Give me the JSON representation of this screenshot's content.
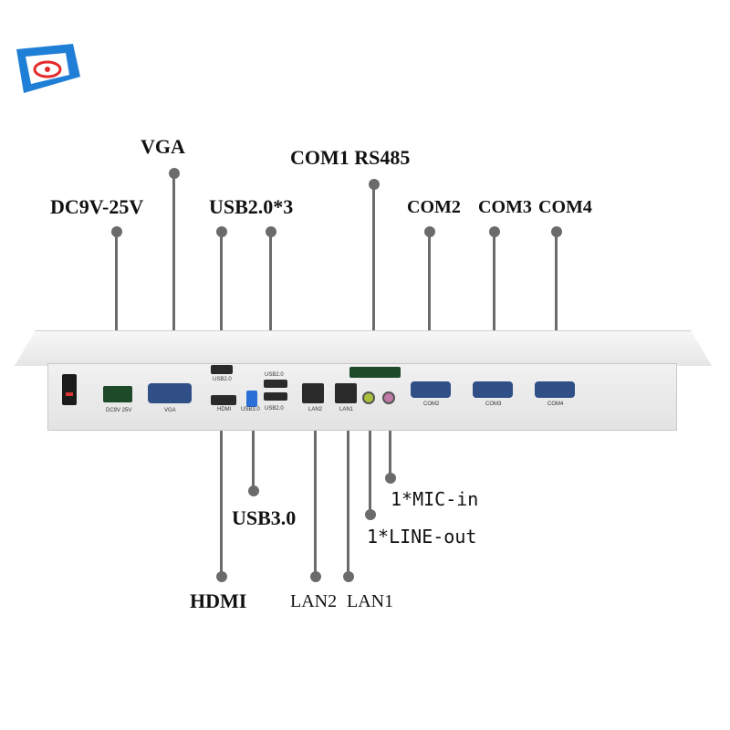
{
  "labels": {
    "vga": "VGA",
    "com1": "COM1 RS485",
    "dc": "DC9V-25V",
    "usb2": "USB2.0*3",
    "com2": "COM2",
    "com3": "COM3",
    "com4": "COM4",
    "mic": "1*MIC-in",
    "usb3": "USB3.0",
    "line": "1*LINE-out",
    "hdmi": "HDMI",
    "lan2": "LAN2",
    "lan1": "LAN1"
  },
  "panel_labels": {
    "dc": "DC9V 25V",
    "vga": "VGA",
    "usb2_a": "USB2.0",
    "usb2_b": "USB2.0",
    "usb2_c": "USB2.0",
    "hdmi": "HDMI",
    "usb3": "USB3.0",
    "lan2": "LAN2",
    "lan1": "LAN1",
    "com2": "COM2",
    "com3": "COM3",
    "com4": "COM4"
  },
  "colors": {
    "leader": "#6b6b6b",
    "logo_blue": "#1f7fd6",
    "logo_red": "#e32b2b",
    "usb3_blue": "#2a6fd6"
  }
}
